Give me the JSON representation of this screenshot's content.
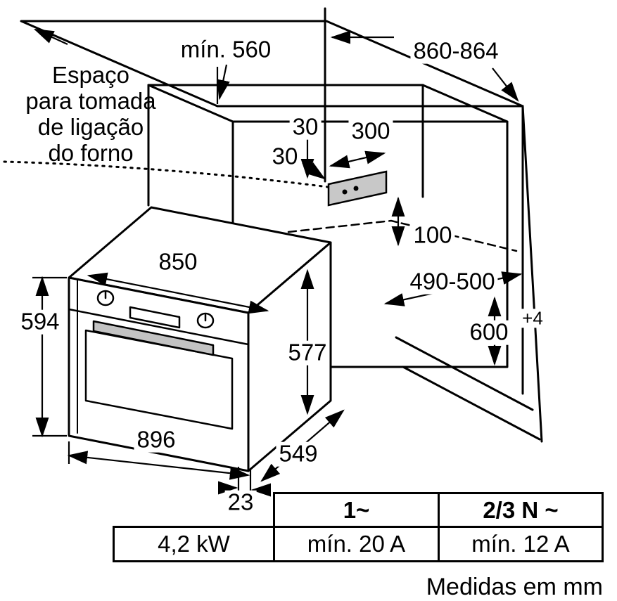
{
  "note": {
    "lines": [
      "Espaço",
      "para tomada",
      "de ligação",
      "do forno"
    ]
  },
  "dimensions": {
    "niche_depth_top": "mín. 560",
    "niche_width_top": "860-864",
    "socket_offset_top": "30",
    "socket_width": "300",
    "socket_offset_side": "30",
    "socket_height_above_base": "100",
    "niche_depth_bottom": "490-500",
    "niche_height": "600",
    "niche_height_tolerance": "+4",
    "oven_body_width": "850",
    "oven_height": "594",
    "oven_body_height": "577",
    "oven_front_width": "896",
    "oven_depth": "549",
    "oven_front_overhang": "23"
  },
  "table": {
    "power": "4,2 kW",
    "columns": [
      {
        "header": "1~",
        "value": "mín. 20 A"
      },
      {
        "header": "2/3 N ~",
        "value": "mín. 12 A"
      }
    ]
  },
  "footer": "Medidas em mm",
  "colors": {
    "line": "#000000",
    "socket_fill": "#c8c8c8",
    "handle_fill": "#c3c3c3"
  }
}
